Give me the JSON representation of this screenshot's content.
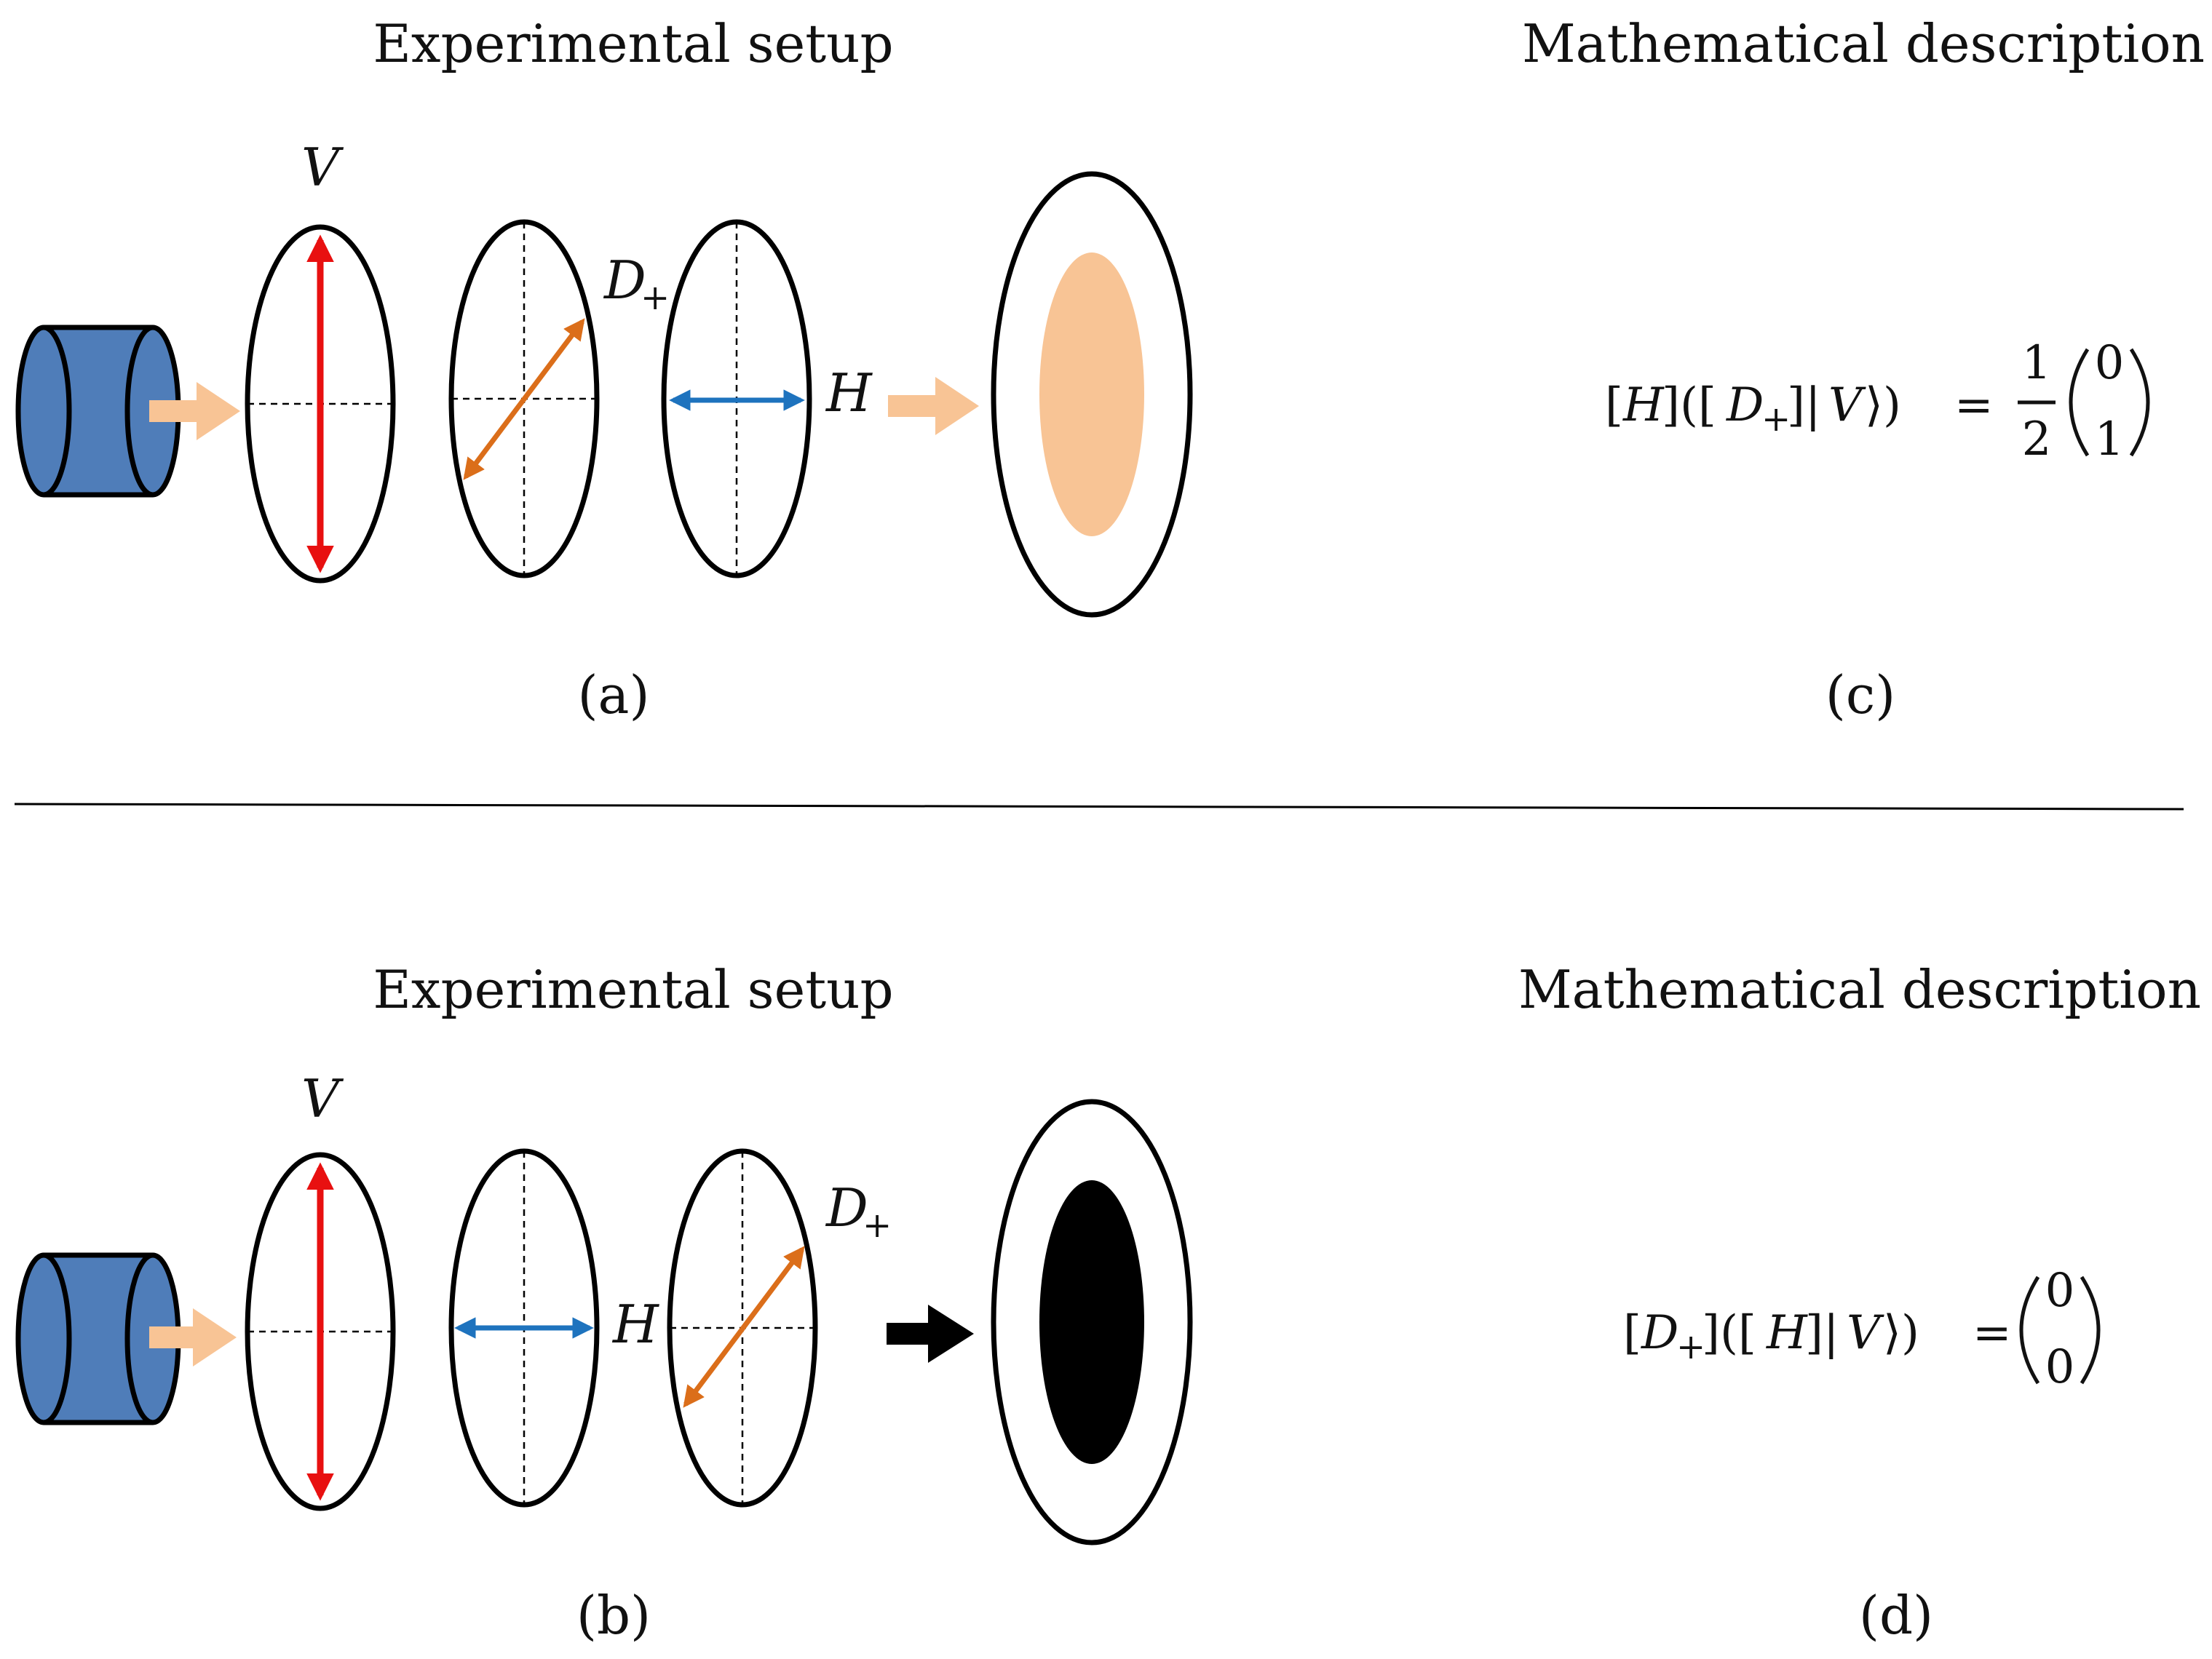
{
  "panel_top": {
    "setup_heading": "Experimental setup",
    "math_heading": "Mathematical description",
    "setup_caption": "(a)",
    "math_caption": "(c)",
    "labels": {
      "polarizer1": "V",
      "polarizer2": "D",
      "polarizer2_sub": "+",
      "polarizer3": "H"
    },
    "equation": {
      "lhs_open_bracket": "[",
      "lhs_op1": "H",
      "lhs_close_bracket": "]",
      "lhs_inner_open": "([",
      "lhs_op2": "D",
      "lhs_op2_sub": "+",
      "lhs_inner_close": "]|",
      "lhs_ket": "V",
      "lhs_ket_close": "⟩)",
      "equals": "=",
      "frac_num": "1",
      "frac_den": "2",
      "vec_top": "0",
      "vec_bottom": "1"
    },
    "screen_spot_color": "#F8C495",
    "beam_color": "#F8C495"
  },
  "panel_bottom": {
    "setup_heading": "Experimental setup",
    "math_heading": "Mathematical description",
    "setup_caption": "(b)",
    "math_caption": "(d)",
    "labels": {
      "polarizer1": "V",
      "polarizer2": "H",
      "polarizer3": "D",
      "polarizer3_sub": "+"
    },
    "equation": {
      "lhs_open_bracket": "[",
      "lhs_op1": "D",
      "lhs_op1_sub": "+",
      "lhs_close_bracket": "]",
      "lhs_inner_open": "([",
      "lhs_op2": "H",
      "lhs_inner_close": "]|",
      "lhs_ket": "V",
      "lhs_ket_close": "⟩)",
      "equals": "=",
      "vec_top": "0",
      "vec_bottom": "0"
    },
    "screen_spot_color": "#000000",
    "beam_color": "#000000"
  },
  "colors": {
    "source": "#4F7DB9",
    "vertical_arrow": "#E81010",
    "diagonal_arrow": "#DB6E1A",
    "horizontal_arrow": "#1E73BE",
    "beam_in": "#F8C495"
  }
}
